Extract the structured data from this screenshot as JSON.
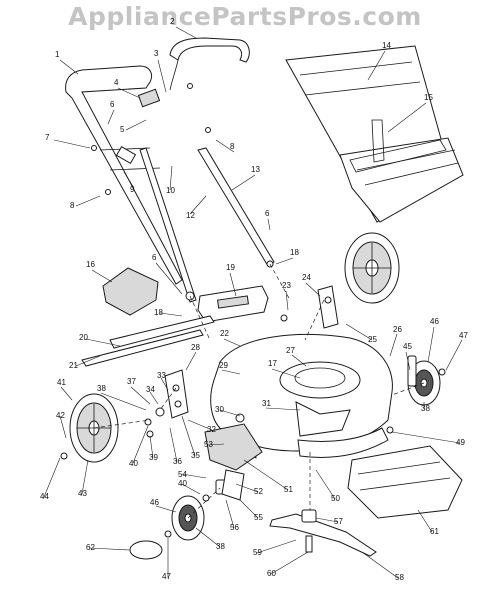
{
  "watermark": "AppliancePartsPros.com",
  "callouts": [
    {
      "key": "c1",
      "label": "1"
    },
    {
      "key": "c2",
      "label": "2"
    },
    {
      "key": "c3",
      "label": "3"
    },
    {
      "key": "c4",
      "label": "4"
    },
    {
      "key": "c5",
      "label": "5"
    },
    {
      "key": "c6a",
      "label": "6"
    },
    {
      "key": "c6b",
      "label": "6"
    },
    {
      "key": "c6c",
      "label": "6"
    },
    {
      "key": "c7",
      "label": "7"
    },
    {
      "key": "c8a",
      "label": "8"
    },
    {
      "key": "c8b",
      "label": "8"
    },
    {
      "key": "c9",
      "label": "9"
    },
    {
      "key": "c10",
      "label": "10"
    },
    {
      "key": "c12",
      "label": "12"
    },
    {
      "key": "c13",
      "label": "13"
    },
    {
      "key": "c14",
      "label": "14"
    },
    {
      "key": "c15",
      "label": "15"
    },
    {
      "key": "c16",
      "label": "16"
    },
    {
      "key": "c17",
      "label": "17"
    },
    {
      "key": "c18a",
      "label": "18"
    },
    {
      "key": "c18b",
      "label": "18"
    },
    {
      "key": "c19",
      "label": "19"
    },
    {
      "key": "c20",
      "label": "20"
    },
    {
      "key": "c21",
      "label": "21"
    },
    {
      "key": "c22",
      "label": "22"
    },
    {
      "key": "c23",
      "label": "23"
    },
    {
      "key": "c24",
      "label": "24"
    },
    {
      "key": "c25",
      "label": "25"
    },
    {
      "key": "c26",
      "label": "26"
    },
    {
      "key": "c27",
      "label": "27"
    },
    {
      "key": "c28",
      "label": "28"
    },
    {
      "key": "c29",
      "label": "29"
    },
    {
      "key": "c30",
      "label": "30"
    },
    {
      "key": "c31",
      "label": "31"
    },
    {
      "key": "c32",
      "label": "32"
    },
    {
      "key": "c33",
      "label": "33"
    },
    {
      "key": "c34",
      "label": "34"
    },
    {
      "key": "c35",
      "label": "35"
    },
    {
      "key": "c36",
      "label": "36"
    },
    {
      "key": "c37",
      "label": "37"
    },
    {
      "key": "c38a",
      "label": "38"
    },
    {
      "key": "c38b",
      "label": "38"
    },
    {
      "key": "c38c",
      "label": "38"
    },
    {
      "key": "c39",
      "label": "39"
    },
    {
      "key": "c40a",
      "label": "40"
    },
    {
      "key": "c40b",
      "label": "40"
    },
    {
      "key": "c41",
      "label": "41"
    },
    {
      "key": "c42",
      "label": "42"
    },
    {
      "key": "c43",
      "label": "43"
    },
    {
      "key": "c44",
      "label": "44"
    },
    {
      "key": "c45",
      "label": "45"
    },
    {
      "key": "c46a",
      "label": "46"
    },
    {
      "key": "c46b",
      "label": "46"
    },
    {
      "key": "c47a",
      "label": "47"
    },
    {
      "key": "c47b",
      "label": "47"
    },
    {
      "key": "c49",
      "label": "49"
    },
    {
      "key": "c50",
      "label": "50"
    },
    {
      "key": "c51",
      "label": "51"
    },
    {
      "key": "c52",
      "label": "52"
    },
    {
      "key": "c53",
      "label": "53"
    },
    {
      "key": "c54",
      "label": "54"
    },
    {
      "key": "c55",
      "label": "55"
    },
    {
      "key": "c56",
      "label": "56"
    },
    {
      "key": "c57",
      "label": "57"
    },
    {
      "key": "c58",
      "label": "58"
    },
    {
      "key": "c59",
      "label": "59"
    },
    {
      "key": "c60",
      "label": "60"
    },
    {
      "key": "c61",
      "label": "61"
    },
    {
      "key": "c62",
      "label": "62"
    }
  ]
}
